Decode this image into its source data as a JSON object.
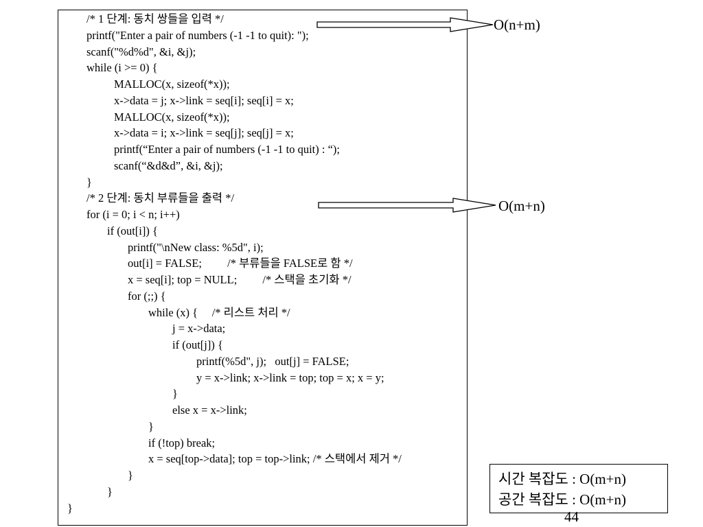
{
  "code_lines": [
    "/* 1 단계: 동치 쌍들을 입력 */",
    "printf(\"Enter a pair of numbers (-1 -1 to quit): \");",
    "scanf(\"%d%d\", &i, &j);",
    "while (i >= 0) {",
    "MALLOC(x, sizeof(*x));",
    "x->data = j; x->link = seq[i]; seq[i] = x;",
    "MALLOC(x, sizeof(*x));",
    "x->data = i; x->link = seq[j]; seq[j] = x;",
    "printf(“Enter a pair of numbers (-1 -1 to quit) : “);",
    "scanf(“&d&d”, &i, &j);",
    "}",
    "/* 2 단계: 동치 부류들을 출력 */",
    "for (i = 0; i < n; i++)",
    "if (out[i]) {",
    "printf(\"\\nNew class: %5d\", i);",
    "out[i] = FALSE;         /* 부류들을 FALSE로 함 */",
    "x = seq[i]; top = NULL;         /* 스택을 초기화 */",
    "for (;;) {",
    "while (x) {     /* 리스트 처리 */",
    "j = x->data;",
    "if (out[j]) {",
    "printf(%5d\", j);   out[j] = FALSE;",
    "y = x->link; x->link = top; top = x; x = y;",
    "}",
    "else x = x->link;",
    "}",
    "if (!top) break;",
    "x = seq[top->data]; top = top->link; /* 스택에서 제거 */",
    "}",
    "}",
    "}"
  ],
  "complexity": {
    "step1": "O(n+m)",
    "step2": "O(m+n)"
  },
  "summary": {
    "time": "시간 복잡도 : O(m+n)",
    "space": "공간 복잡도 : O(m+n)"
  },
  "page_number": "44"
}
